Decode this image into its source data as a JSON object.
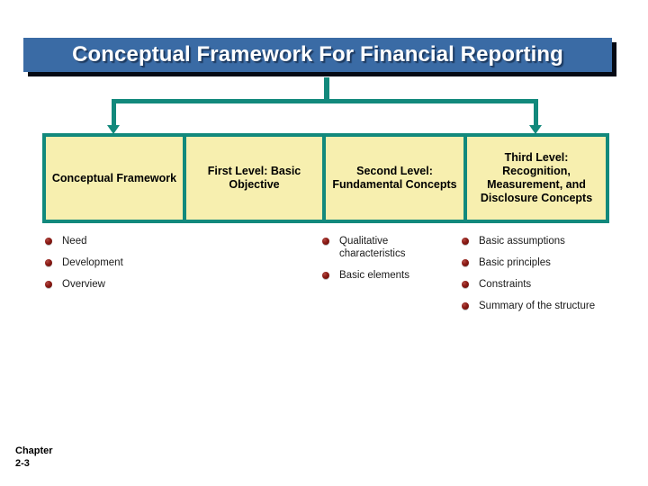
{
  "slide": {
    "title": "Conceptual Framework For Financial Reporting",
    "accent_teal": "#12897c",
    "header_fill": "#f7efaf",
    "title_blue": "#3a6ba5",
    "bullet_maroon": "#8e1c16"
  },
  "headers": [
    {
      "label": "Conceptual Framework"
    },
    {
      "label": "First Level:    Basic Objective"
    },
    {
      "label": "Second Level: Fundamental Concepts"
    },
    {
      "label": "Third Level: Recognition, Measurement, and Disclosure Concepts"
    }
  ],
  "columns": [
    {
      "items": [
        {
          "label": "Need"
        },
        {
          "label": "Development"
        },
        {
          "label": "Overview"
        }
      ]
    },
    {
      "items": []
    },
    {
      "items": [
        {
          "label": "Qualitative characteristics"
        },
        {
          "label": "Basic elements"
        }
      ]
    },
    {
      "items": [
        {
          "label": "Basic assumptions"
        },
        {
          "label": "Basic principles"
        },
        {
          "label": "Constraints"
        },
        {
          "label": "Summary of the structure"
        }
      ]
    }
  ],
  "footer": {
    "chapter_word": "Chapter",
    "chapter_number": "2-3"
  }
}
